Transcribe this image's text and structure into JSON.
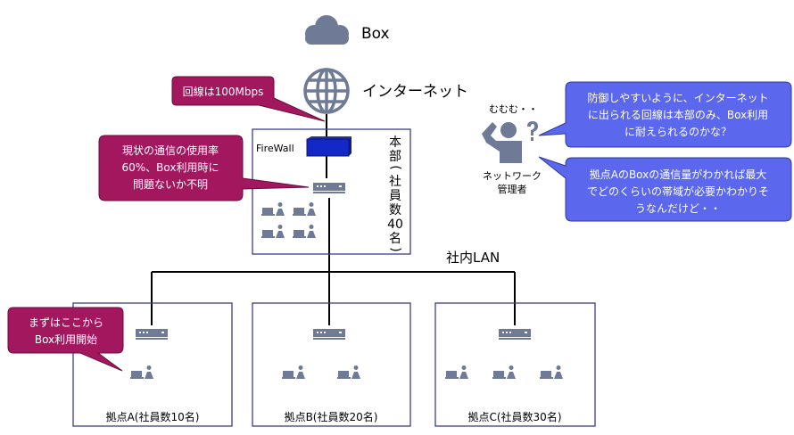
{
  "cloud": {
    "label": "Box"
  },
  "internet": {
    "label": "インターネット"
  },
  "hq": {
    "firewall_label": "FireWall",
    "title_chars": [
      "本",
      "部",
      "(",
      "社",
      "員",
      "数",
      "40",
      "名",
      ")"
    ]
  },
  "lan": {
    "label": "社内LAN"
  },
  "branches": [
    {
      "label": "拠点A(社員数10名)"
    },
    {
      "label": "拠点B(社員数20名)"
    },
    {
      "label": "拠点C(社員数30名)"
    }
  ],
  "callouts": {
    "line": [
      "回線は100Mbps"
    ],
    "usage": [
      "現状の通信の使用率",
      "60%、Box利用時に",
      "問題ないか不明"
    ],
    "start": [
      "まずはここから",
      "Box利用開始"
    ]
  },
  "admin": {
    "murmur": "むむむ・・",
    "role": [
      "ネットワーク",
      "管理者"
    ],
    "thoughts": [
      [
        "防御しやすいように、インターネット",
        "に出られる回線は本部のみ、Box利用",
        "に耐えられるのかな？"
      ],
      [
        "拠点AのBoxの通信量がわかれば最大",
        "でどのくらいの帯域が必要かわかりそ",
        "うなんだけど・・"
      ]
    ]
  },
  "colors": {
    "callout": "#a3175f",
    "thought": "#5b67ec",
    "icon": "#6e7a96",
    "firewall": "#1428c8",
    "frame": "#3a3f8a"
  }
}
